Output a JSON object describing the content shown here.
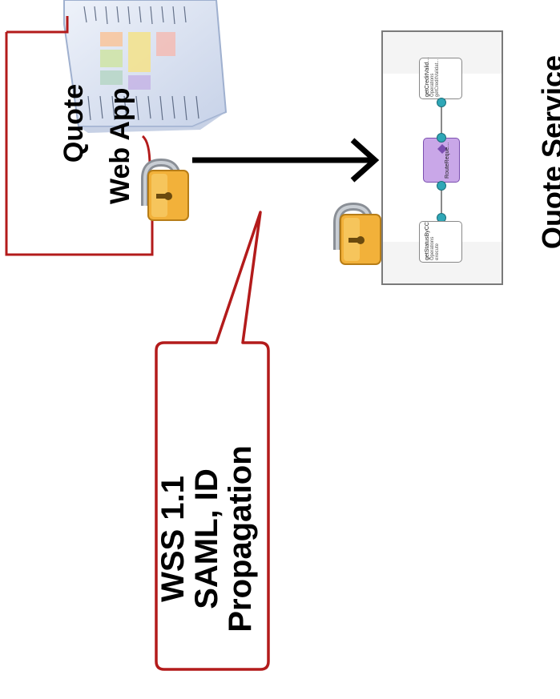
{
  "app": {
    "name": "Quote",
    "subtitle": "Web App"
  },
  "callout": {
    "line1": "WSS 1.1",
    "line2": "SAML, ID",
    "line3": "Propagation"
  },
  "service": {
    "title": "Quote Service",
    "nodes": {
      "left": {
        "label": "getStatusByCC",
        "sub1": "Operations",
        "sub2": "execute"
      },
      "middle": {
        "label": "RouteReque..."
      },
      "right": {
        "label": "getCreditValid...",
        "sub1": "Operations",
        "sub2": "getCreditValidat..."
      }
    }
  },
  "colors": {
    "callout_border": "#b31b1b",
    "arrow": "#000000",
    "lock_body": "#f2b13a",
    "lock_shackle": "#8a8f96",
    "router": "#c9a7e8"
  },
  "icons": [
    "padlock-icon",
    "padlock-icon",
    "web-page-icon",
    "router-icon"
  ]
}
